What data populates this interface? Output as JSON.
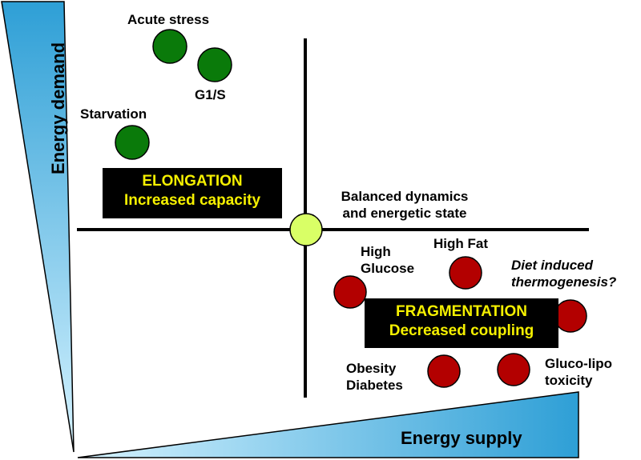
{
  "axes": {
    "demand_label": "Energy demand",
    "supply_label": "Energy supply"
  },
  "quadrants": {
    "elongation": {
      "title": "ELONGATION",
      "subtitle": "Increased capacity"
    },
    "fragmentation": {
      "title": "FRAGMENTATION",
      "subtitle": "Decreased coupling"
    }
  },
  "center": {
    "line1": "Balanced dynamics",
    "line2": "and energetic state"
  },
  "states": {
    "acute_stress": "Acute stress",
    "g1s": "G1/S",
    "starvation": "Starvation",
    "high_glucose_1": "High",
    "high_glucose_2": "Glucose",
    "high_fat": "High Fat",
    "diet_1": "Diet induced",
    "diet_2": "thermogenesis?",
    "obesity": "Obesity",
    "diabetes": "Diabetes",
    "gluco_1": "Gluco-lipo",
    "gluco_2": "toxicity"
  },
  "colors": {
    "green": "#0a7a0a",
    "red": "#b30000",
    "center": "#d9ff66",
    "wedge_light": "#bfe9ff",
    "wedge_dark": "#2e9fd6",
    "box_text": "#f5f000"
  }
}
